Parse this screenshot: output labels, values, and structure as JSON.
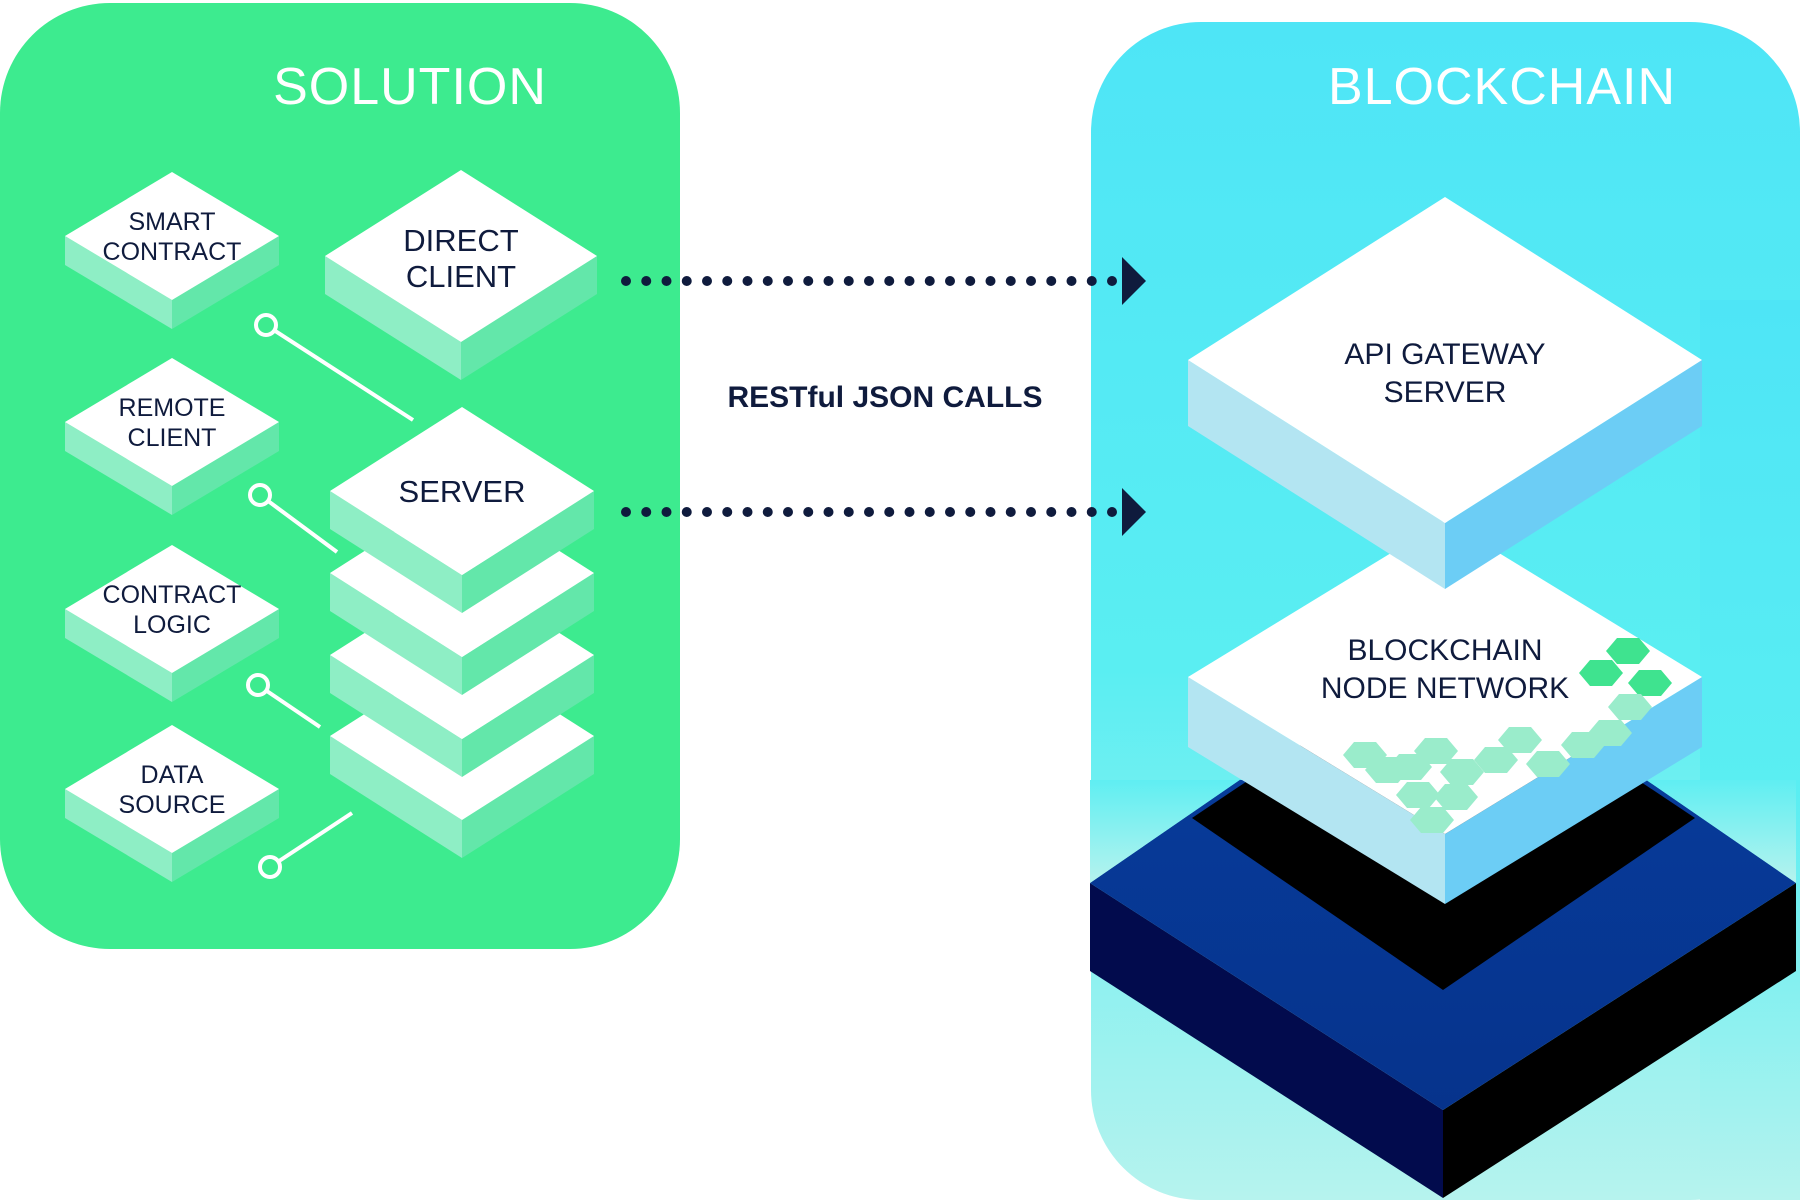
{
  "colors": {
    "solution_panel": "#3deb8f",
    "blockchain_panel_top": "#4ee5f6",
    "blockchain_panel_bottom": "#b6f3ee",
    "block_top": "#ffffff",
    "solution_side_left": "#8eeec5",
    "solution_side_right": "#63e7aa",
    "chain_side_left": "#b3e5f2",
    "chain_side_right": "#6ccdf5",
    "text_dark": "#0f1b3d",
    "hex_light": "#9aeccb",
    "hex_bright": "#3fe38f",
    "base_top": "#073a98",
    "base_left": "#020b4d",
    "base_right": "#000000",
    "black_layer": "#000000"
  },
  "solution": {
    "title": "SOLUTION",
    "blocks": {
      "smart_contract": [
        "SMART",
        "CONTRACT"
      ],
      "remote_client": [
        "REMOTE",
        "CLIENT"
      ],
      "contract_logic": [
        "CONTRACT",
        "LOGIC"
      ],
      "data_source": [
        "DATA",
        "SOURCE"
      ],
      "direct_client": [
        "DIRECT",
        "CLIENT"
      ],
      "server": [
        "SERVER"
      ]
    },
    "server_stack_layers": 4
  },
  "connection": {
    "label": "RESTful JSON CALLS",
    "arrows": [
      "direct-client-to-api-gateway",
      "server-to-api-gateway"
    ]
  },
  "blockchain": {
    "title": "BLOCKCHAIN",
    "layers": {
      "api_gateway": [
        "API GATEWAY",
        "SERVER"
      ],
      "node_network": [
        "BLOCKCHAIN",
        "NODE NETWORK"
      ]
    },
    "node_hex_count": 17
  }
}
